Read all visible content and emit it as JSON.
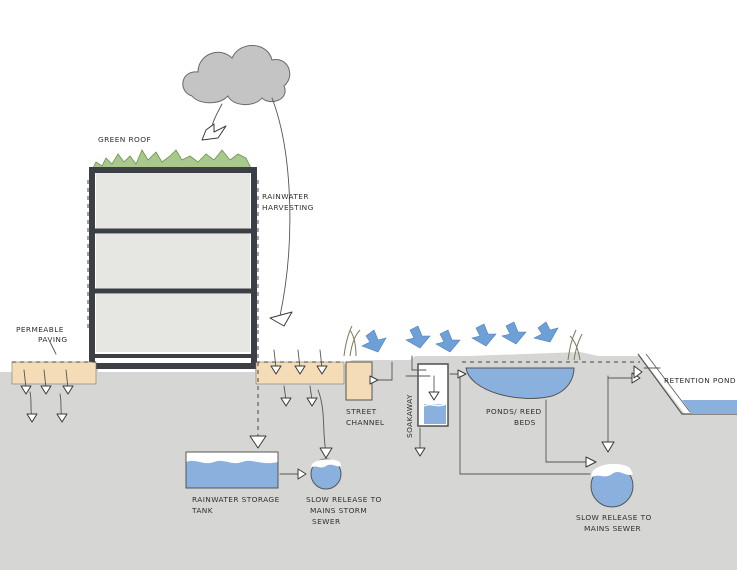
{
  "labels": {
    "green_roof": "GREEN ROOF",
    "rainwater_harvesting_1": "RAINWATER",
    "rainwater_harvesting_2": "HARVESTING",
    "permeable_paving_1": "PERMEABLE",
    "permeable_paving_2": "PAVING",
    "street_channel_1": "STREET",
    "street_channel_2": "CHANNEL",
    "soakaway": "SOAKAWAY",
    "ponds_reed_beds_1": "PONDS/ REED",
    "ponds_reed_beds_2": "BEDS",
    "retention_pond": "RETENTION POND",
    "rainwater_storage_tank_1": "RAINWATER  STORAGE",
    "rainwater_storage_tank_2": "TANK",
    "slow_release_storm_1": "SLOW RELEASE TO",
    "slow_release_storm_2": "MAINS STORM",
    "slow_release_storm_3": "SEWER",
    "slow_release_sewer_1": "SLOW RELEASE TO",
    "slow_release_sewer_2": "MAINS  SEWER"
  },
  "colors": {
    "ground": "#d6d7d4",
    "building_fill": "#e6e6e3",
    "building_frame": "#3c3f45",
    "cloud": "#c4c4c4",
    "water": "#8ab1de",
    "water_light": "#dfe9f5",
    "paving": "#f3dcb6",
    "green_roof": "#a9c98a",
    "arrow_blue": "#6ea0d8"
  }
}
